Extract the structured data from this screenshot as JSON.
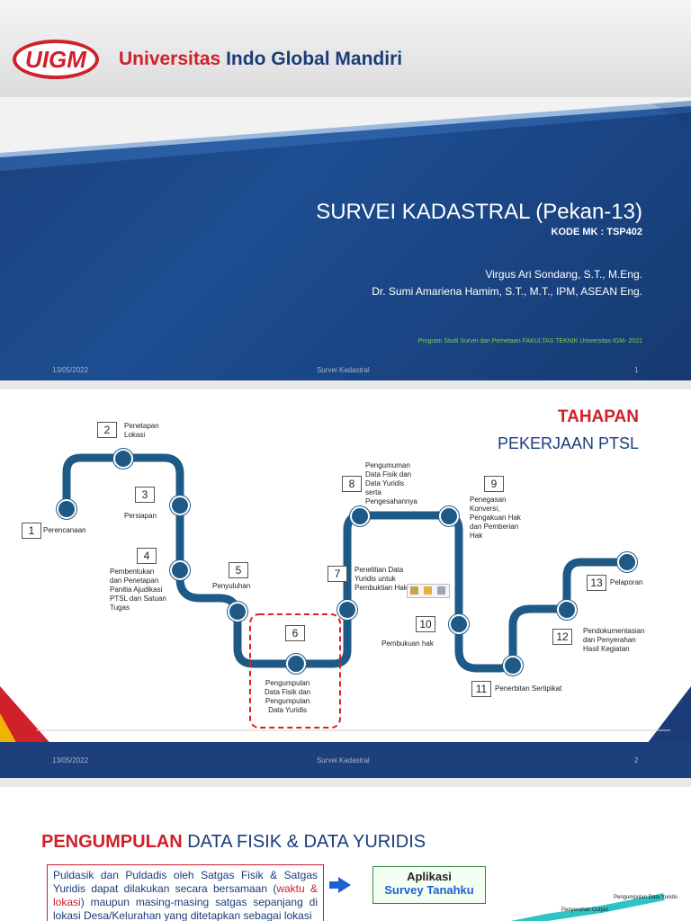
{
  "slide1": {
    "logo": "UIGM",
    "university_prefix": "Universitas",
    "university_rest": "Indo Global Mandiri",
    "title": "SURVEI KADASTRAL (Pekan-13)",
    "course_code": "KODE MK : TSP402",
    "authors": [
      "Virgus Ari Sondang, S.T., M.Eng.",
      "Dr. Sumi Amariena Hamim, S.T., M.T., IPM, ASEAN Eng."
    ],
    "program": "Program Studi Survei dan Pemetaan FAKULTAS TEKNIK Universitas IGM- 2021",
    "footer": {
      "date": "13/05/2022",
      "center": "Survei Kadastral",
      "page": "1"
    }
  },
  "slide2": {
    "title_line1": "TAHAPAN",
    "title_line2": "PEKERJAAN PTSL",
    "steps": [
      {
        "num": "1",
        "label": "Perencanaan"
      },
      {
        "num": "2",
        "label": "Penetapan\nLokasi"
      },
      {
        "num": "3",
        "label": "Persiapan"
      },
      {
        "num": "4",
        "label": "Pembentukan\ndan Penetapan\nPanitia Ajudikasi\nPTSL dan Satuan\nTugas"
      },
      {
        "num": "5",
        "label": "Penyuluhan"
      },
      {
        "num": "6",
        "label": "Pengumpulan\nData Fisik dan\nPengumpulan\nData Yuridis"
      },
      {
        "num": "7",
        "label": "Penelitian Data\nYuridis untuk\nPembuktian Hak"
      },
      {
        "num": "8",
        "label": "Pengumuman\nData Fisik dan\nData Yuridis\nserta\nPengesahannya"
      },
      {
        "num": "9",
        "label": "Penegasan\nKonversi,\nPengakuan Hak\ndan Pemberian\nHak"
      },
      {
        "num": "10",
        "label": "Pembukuan hak"
      },
      {
        "num": "11",
        "label": "Penerbitan Sertipikat"
      },
      {
        "num": "12",
        "label": "Pendokumentasian\ndan Penyerahan\nHasil Kegiatan"
      },
      {
        "num": "13",
        "label": "Pelaporan"
      }
    ],
    "footer": {
      "date": "13/05/2022",
      "center": "Survei Kadastral",
      "page": "2"
    }
  },
  "slide3": {
    "heading_red": "PENGUMPULAN",
    "heading_blue": "DATA FISIK & DATA YURIDIS",
    "body_a": "Puldasik dan Puldadis oleh Satgas Fisik & Satgas Yuridis dapat dilakukan secara bersamaan (",
    "body_red": "waktu & lokasi",
    "body_b": ") maupun masing-masing satgas sepanjang di lokasi Desa/Kelurahan yang ditetapkan sebagai lokasi",
    "app_line1": "Aplikasi",
    "app_line2": "Survey Tanahku",
    "diagram_labels": [
      "Pengumpulan Data Yuridis",
      "Penyerahan Output"
    ]
  },
  "colors": {
    "brand_red": "#d0202a",
    "brand_blue": "#1b3c79",
    "path": "#1f5a86"
  }
}
